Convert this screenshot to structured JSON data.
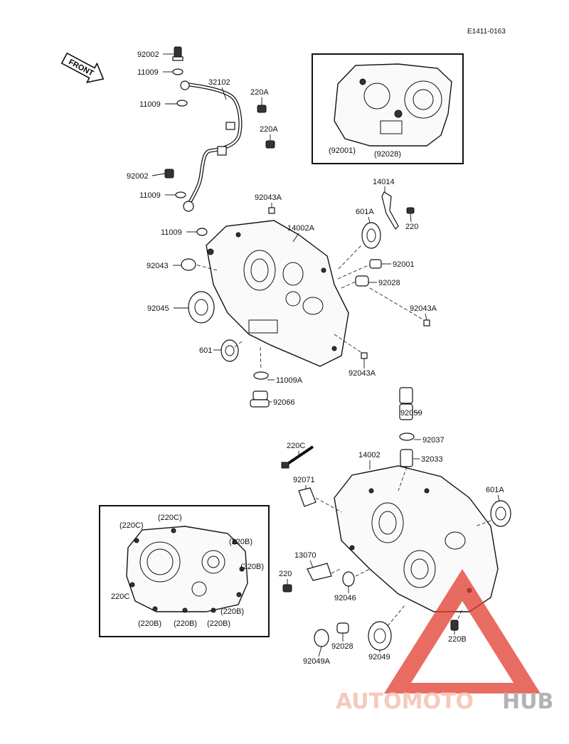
{
  "diagram": {
    "ref_code": "E1411-0163",
    "front_arrow": "FRONT",
    "parts": [
      "92002",
      "11009",
      "32102",
      "11009",
      "220A",
      "220A",
      "92002",
      "11009",
      "11009",
      "92043A",
      "14002A",
      "14014",
      "601A",
      "220",
      "92043",
      "92001",
      "92028",
      "92045",
      "92043A",
      "601",
      "92043A",
      "11009A",
      "92066",
      "92059",
      "92037",
      "220C",
      "14002",
      "32033",
      "92071",
      "601A",
      "13070",
      "220",
      "92046",
      "220B",
      "92028",
      "92049A",
      "92049"
    ],
    "inset_top_labels": [
      "(92001)",
      "(92028)"
    ],
    "inset_bottom_labels": [
      "(220C)",
      "(220C)",
      "(220B)",
      "(220B)",
      "220C",
      "(220B)",
      "(220B)",
      "(220B)",
      "(220B)"
    ]
  },
  "watermark": {
    "text_a": "AUTOMOTO",
    "text_b": "HUB",
    "color_a": "#f2b9a6",
    "color_b": "#9a9a9a",
    "triangle_color": "#e23b2e"
  }
}
